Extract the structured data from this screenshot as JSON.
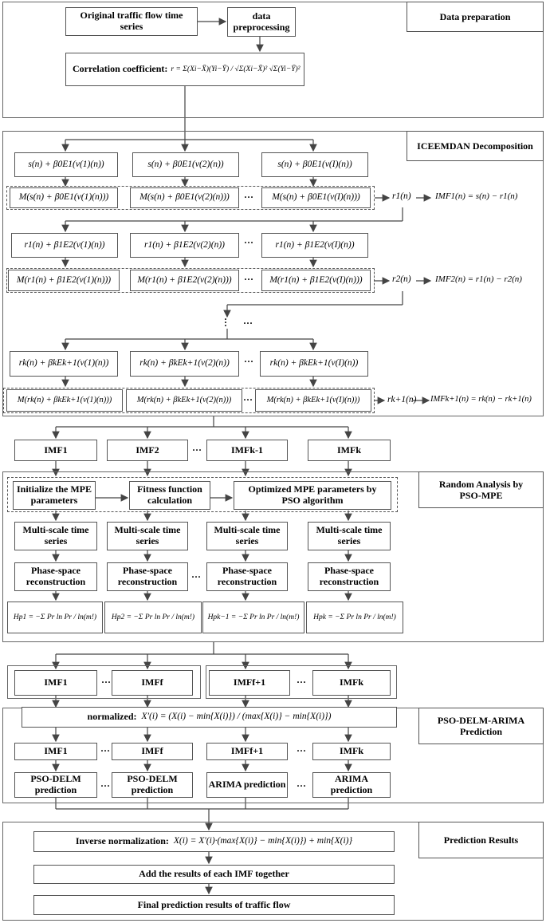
{
  "sections": {
    "data_preparation": "Data preparation",
    "iceemdan": "ICEEMDAN Decomposition",
    "random_analysis": "Random  Analysis by PSO-MPE",
    "prediction": "PSO-DELM-ARIMA Prediction",
    "results": "Prediction Results"
  },
  "prep": {
    "original": "Original traffic flow time series",
    "preprocess": "data preprocessing",
    "corr_label": "Correlation coefficient:",
    "corr_formula": "r = Σ(Xi−X̄)(Yi−Ȳ) / √Σ(Xi−X̄)² √Σ(Yi−Ȳ)²"
  },
  "iceemdan": {
    "row1": [
      "s(n) + β0E1(v(1)(n))",
      "s(n) + β0E1(v(2)(n))",
      "s(n) + β0E1(v(I)(n))"
    ],
    "row1m": [
      "M(s(n) + β0E1(v(1)(n)))",
      "M(s(n) + β0E1(v(2)(n)))",
      "M(s(n) + β0E1(v(I)(n)))"
    ],
    "r1": "r1(n)",
    "imf1": "IMF1(n) = s(n) − r1(n)",
    "row2": [
      "r1(n) + β1E2(v(1)(n))",
      "r1(n) + β1E2(v(2)(n))",
      "r1(n) + β1E2(v(I)(n))"
    ],
    "row2m": [
      "M(r1(n) + β1E2(v(1)(n)))",
      "M(r1(n) + β1E2(v(2)(n)))",
      "M(r1(n) + β1E2(v(I)(n)))"
    ],
    "r2": "r2(n)",
    "imf2": "IMF2(n) = r1(n) − r2(n)",
    "row3": [
      "rk(n) + βkEk+1(v(1)(n))",
      "rk(n) + βkEk+1(v(2)(n))",
      "rk(n) + βkEk+1(v(I)(n))"
    ],
    "row3m": [
      "M(rk(n) + βkEk+1(v(1)(n)))",
      "M(rk(n) + βkEk+1(v(2)(n)))",
      "M(rk(n) + βkEk+1(v(I)(n)))"
    ],
    "rk1": "rk+1(n)",
    "imfk1": "IMFk+1(n) = rk(n) − rk+1(n)",
    "dots": "···"
  },
  "imfs": [
    "IMF1",
    "IMF2",
    "IMFk-1",
    "IMFk"
  ],
  "mpe": {
    "init": "Initialize the MPE parameters",
    "fitness": "Fitness function calculation",
    "optimized": "Optimized MPE parameters by PSO algorithm",
    "multiscale": "Multi-scale time series",
    "phase": "Phase-space reconstruction",
    "entropy": [
      "Hp1 = −Σ Pr ln Pr / ln(m!)",
      "Hp2 = −Σ Pr ln Pr / ln(m!)",
      "Hpk−1 = −Σ Pr ln Pr / ln(m!)",
      "Hpk = −Σ Pr ln Pr / ln(m!)"
    ]
  },
  "groups": [
    "IMF1",
    "IMFf",
    "IMFf+1",
    "IMFk"
  ],
  "normalized_label": "normalized:",
  "normalized_formula": "X′(i) = (X(i) − min{X(i)}) / (max{X(i)} − min{X(i)})",
  "predict": {
    "imfs": [
      "IMF1",
      "IMFf",
      "IMFf+1",
      "IMFk"
    ],
    "models": [
      "PSO-DELM prediction",
      "PSO-DELM prediction",
      "ARIMA prediction",
      "ARIMA prediction"
    ]
  },
  "results": {
    "inverse_label": "Inverse normalization:",
    "inverse_formula": "X(i) = X′(i)·(max{X(i)} − min{X(i)}) + min{X(i)}",
    "add": "Add the results of each IMF together",
    "final": "Final prediction results of traffic flow"
  }
}
